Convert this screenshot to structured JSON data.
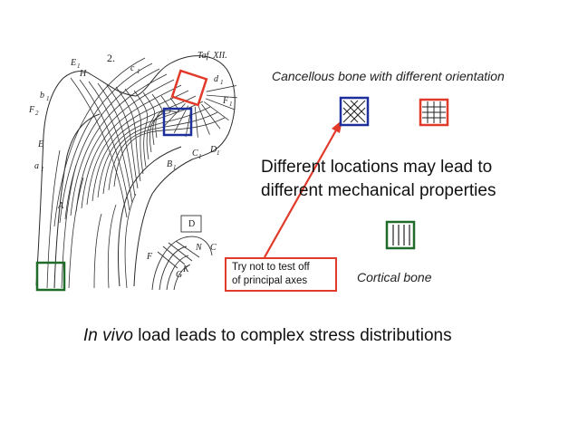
{
  "figure": {
    "number": "2.",
    "plate": "Taf. XII.",
    "letters": {
      "E1": "E",
      "H": "H",
      "c1": "c",
      "d1": "d",
      "b1": "b",
      "F2": "F",
      "F1": "F",
      "E": "E",
      "a1": "a",
      "C1": "C",
      "D1": "D",
      "B1": "B",
      "A": "A",
      "D": "D",
      "N": "N",
      "C": "C",
      "F": "F",
      "K": "K",
      "G": "G"
    },
    "subscripts": {
      "one": "1",
      "two": "2"
    }
  },
  "captions": {
    "cancellous": "Cancellous bone with different orientation",
    "cortical": "Cortical bone"
  },
  "main_text": {
    "line1": "Different locations may lead to",
    "line2": "different mechanical properties"
  },
  "callout": {
    "line1": "Try not to test off",
    "line2": "of principal axes"
  },
  "bottom": {
    "italic": "In vivo",
    "rest": " load leads to complex stress distributions"
  },
  "colors": {
    "red": "#e23a2a",
    "blue": "#1d2f9a",
    "green": "#1f6b2a",
    "ink": "#222222"
  }
}
